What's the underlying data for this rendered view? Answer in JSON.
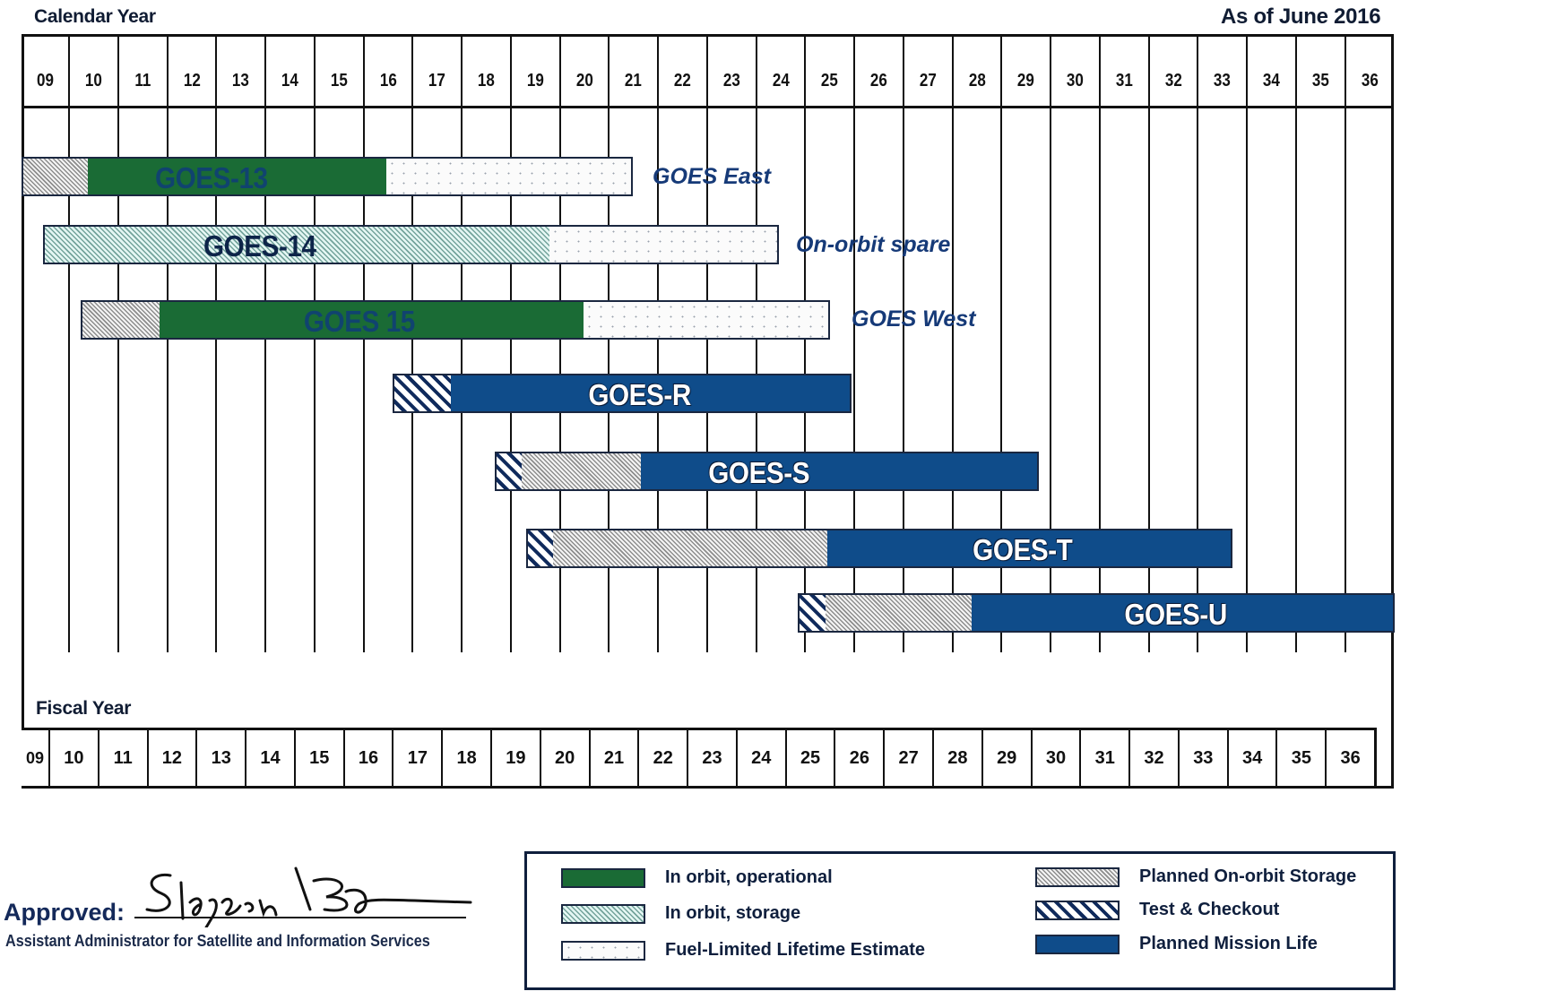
{
  "header": {
    "calendar_year_label": "Calendar Year",
    "as_of": "As of June 2016",
    "fiscal_year_label": "Fiscal Year"
  },
  "calendar_years": [
    "09",
    "10",
    "11",
    "12",
    "13",
    "14",
    "15",
    "16",
    "17",
    "18",
    "19",
    "20",
    "21",
    "22",
    "23",
    "24",
    "25",
    "26",
    "27",
    "28",
    "29",
    "30",
    "31",
    "32",
    "33",
    "34",
    "35",
    "36"
  ],
  "fiscal_years": [
    "09",
    "10",
    "11",
    "12",
    "13",
    "14",
    "15",
    "16",
    "17",
    "18",
    "19",
    "20",
    "21",
    "22",
    "23",
    "24",
    "25",
    "26",
    "27",
    "28",
    "29",
    "30",
    "31",
    "32",
    "33",
    "34",
    "35",
    "36"
  ],
  "colors": {
    "operational": "#1a6b35",
    "mission": "#0f4c8a",
    "text_navy": "#0f1f3d",
    "side_label": "#163a78"
  },
  "chart_data": {
    "type": "gantt",
    "title": "GOES satellite continuity (As of June 2016)",
    "xlabel": "Calendar Year (top) / Fiscal Year (bottom)",
    "x_range": [
      2009,
      2037
    ],
    "series": [
      {
        "name": "GOES-13",
        "side_label": "GOES East",
        "segments": [
          {
            "type": "Planned On-orbit Storage",
            "start": 2009.0,
            "end": 2010.4
          },
          {
            "type": "In orbit, operational",
            "start": 2010.4,
            "end": 2016.5
          },
          {
            "type": "Fuel-Limited Lifetime Estimate",
            "start": 2016.5,
            "end": 2021.5
          }
        ]
      },
      {
        "name": "GOES-14",
        "side_label": "On-orbit spare",
        "segments": [
          {
            "type": "In orbit, storage",
            "start": 2009.5,
            "end": 2019.8
          },
          {
            "type": "Fuel-Limited Lifetime Estimate",
            "start": 2019.8,
            "end": 2024.4
          }
        ]
      },
      {
        "name": "GOES 15",
        "side_label": "GOES West",
        "segments": [
          {
            "type": "Planned On-orbit Storage",
            "start": 2010.2,
            "end": 2011.8
          },
          {
            "type": "In orbit, operational",
            "start": 2011.8,
            "end": 2020.5
          },
          {
            "type": "Fuel-Limited Lifetime Estimate",
            "start": 2020.5,
            "end": 2025.5
          }
        ]
      },
      {
        "name": "GOES-R",
        "side_label": "",
        "segments": [
          {
            "type": "Test & Checkout",
            "start": 2016.6,
            "end": 2017.8
          },
          {
            "type": "Planned Mission Life",
            "start": 2017.8,
            "end": 2025.9
          }
        ]
      },
      {
        "name": "GOES-S",
        "side_label": "",
        "segments": [
          {
            "type": "Test & Checkout",
            "start": 2018.7,
            "end": 2019.2
          },
          {
            "type": "Planned On-orbit Storage",
            "start": 2019.2,
            "end": 2021.6
          },
          {
            "type": "Planned Mission Life",
            "start": 2021.6,
            "end": 2029.7
          }
        ]
      },
      {
        "name": "GOES-T",
        "side_label": "",
        "segments": [
          {
            "type": "Test & Checkout",
            "start": 2019.3,
            "end": 2019.8
          },
          {
            "type": "Planned On-orbit Storage",
            "start": 2019.8,
            "end": 2025.4
          },
          {
            "type": "Planned Mission Life",
            "start": 2025.4,
            "end": 2033.7
          }
        ]
      },
      {
        "name": "GOES-U",
        "side_label": "",
        "segments": [
          {
            "type": "Test & Checkout",
            "start": 2024.9,
            "end": 2025.4
          },
          {
            "type": "Planned On-orbit Storage",
            "start": 2025.4,
            "end": 2028.4
          },
          {
            "type": "Planned Mission Life",
            "start": 2028.4,
            "end": 2037.0
          }
        ]
      }
    ],
    "legend": [
      "In orbit, operational",
      "In orbit, storage",
      "Fuel-Limited Lifetime Estimate",
      "Planned On-orbit Storage",
      "Test & Checkout",
      "Planned Mission Life"
    ],
    "grid": true
  },
  "bars": {
    "goes13": {
      "label": "GOES-13",
      "side": "GOES East"
    },
    "goes14": {
      "label": "GOES-14",
      "side": "On-orbit spare"
    },
    "goes15": {
      "label": "GOES 15",
      "side": "GOES West"
    },
    "goesr": {
      "label": "GOES-R"
    },
    "goess": {
      "label": "GOES-S"
    },
    "goest": {
      "label": "GOES-T"
    },
    "goesu": {
      "label": "GOES-U"
    }
  },
  "approval": {
    "label": "Approved:",
    "title": "Assistant Administrator for Satellite and Information Services"
  },
  "legend": {
    "operational": "In orbit, operational",
    "inorbit_storage": "In orbit, storage",
    "fuel": "Fuel-Limited Lifetime  Estimate",
    "planned_storage": "Planned On-orbit Storage",
    "test": "Test & Checkout",
    "mission": "Planned Mission Life"
  }
}
